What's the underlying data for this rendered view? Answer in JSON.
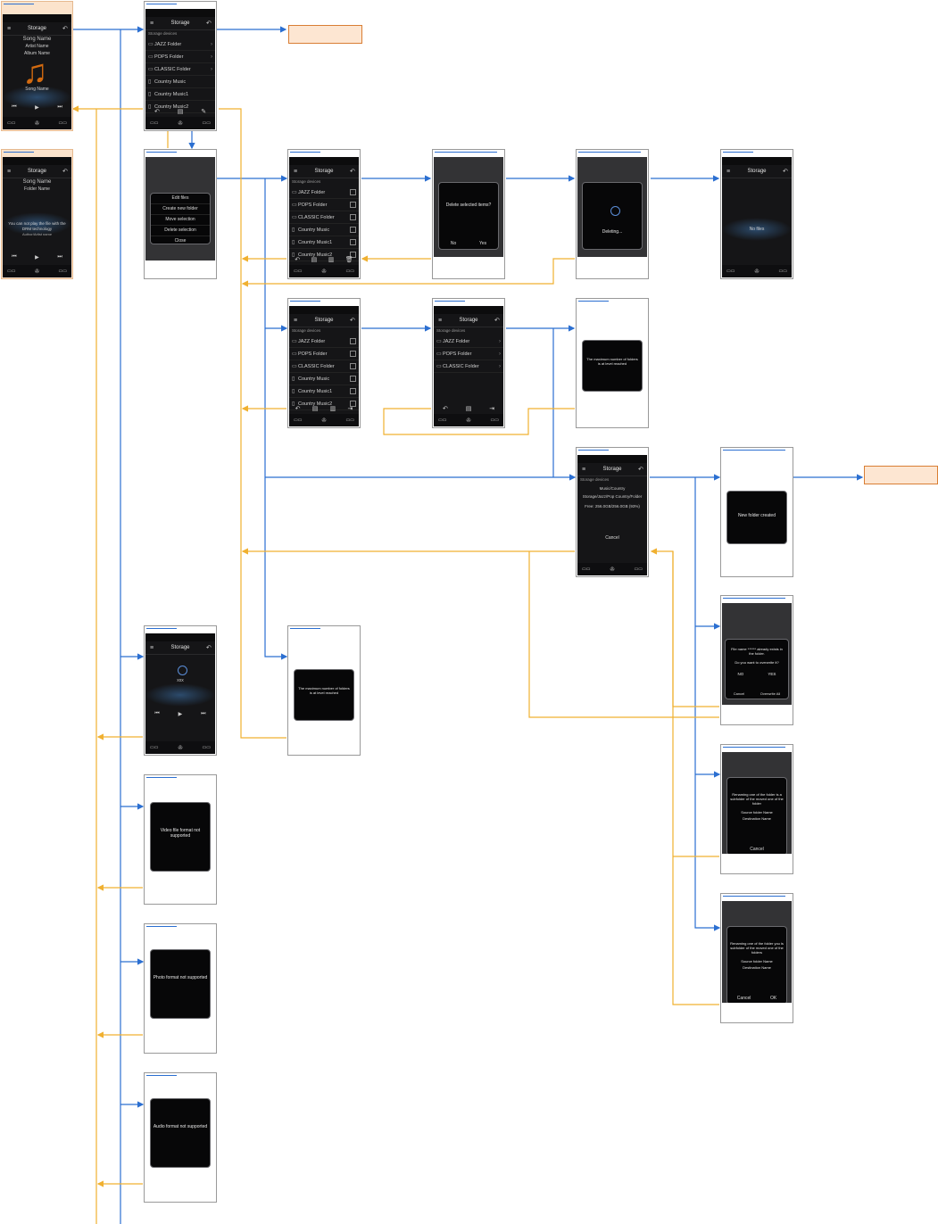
{
  "colors": {
    "forward": "#2b6fd1",
    "back": "#f0b030",
    "beige": "#fbe3cc",
    "screen": "#151517"
  },
  "icons": {
    "menu": "hamburger-icon",
    "music": "music-note-icon",
    "folder": "folder-icon",
    "file": "file-icon",
    "check": "checkbox-icon",
    "spinner": "spinner-icon"
  },
  "status": {
    "text": ""
  },
  "storage_title": "Storage",
  "path_label": "Storage devices",
  "folders": [
    "JAZZ Folder",
    "POPS Folder",
    "CLASSIC Folder"
  ],
  "files": [
    "Country Music",
    "Country Music1",
    "Country Music2"
  ],
  "player1": {
    "song": "Song Name",
    "artist": "Artist Name",
    "album": "Album Name",
    "title": "Song Name"
  },
  "player2": {
    "song": "Song Name",
    "artist": "Folder Name",
    "banner": "You can not play the file with the DRM technology",
    "sub": "Author/Artist name"
  },
  "menu": {
    "items": [
      "Edit files",
      "Create new folder",
      "Move selection",
      "Delete selection"
    ],
    "close": "Close"
  },
  "delete_dialog": {
    "text": "Delete selected items?",
    "no": "No",
    "yes": "Yes"
  },
  "deleting": "Deleting...",
  "no_files": "No files",
  "max_folders": "The maximum number of folders is at level reached",
  "storage_info": {
    "line1": "Storage devices",
    "line2": "Music/Country",
    "line3": "Storage/Jazz/Pop Country/Folder",
    "line4": "Free: 256.0GB/256.0GB (93%)",
    "cancel": "Cancel"
  },
  "new_folder": "New folder created",
  "overwrite": {
    "text": "File name ****** already exists in the folder.",
    "question": "Do you want to overwrite it?",
    "no": "NO",
    "yes": "YES",
    "cancel": "Cancel",
    "overwrite_all": "Overwrite All"
  },
  "rename1": {
    "text": "Renaming one of the folder is a subfolder of the moved one of the folder",
    "l1": "Source folder Name",
    "l2": "Destination Name",
    "cancel": "Cancel"
  },
  "rename2": {
    "text": "Renaming one of the folder you is subfolder of the moved one of the folders",
    "l1": "Source folder Name",
    "l2": "Destination Name",
    "cancel": "Cancel",
    "ok": "OK"
  },
  "loading": {
    "title": "Storage",
    "text": "xxx"
  },
  "errors": {
    "video": "Video file format not supported",
    "photo": "Photo format not supported",
    "audio": "Audio format not supported"
  }
}
